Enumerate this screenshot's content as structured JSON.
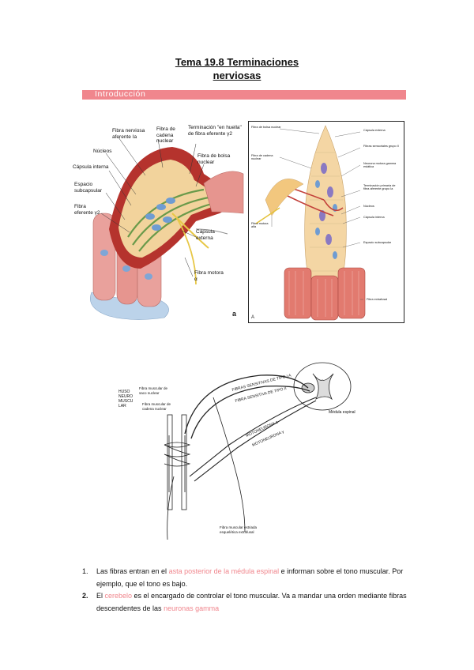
{
  "title": {
    "line1": "Tema 19.8 Terminaciones",
    "line2": "nerviosas"
  },
  "section": {
    "label": "Introducción"
  },
  "figure_a": {
    "letter": "a",
    "labels": [
      "Fibra nerviosa aferente Ia",
      "Fibra de cadena nuclear",
      "Terminación \"en huella\" de fibra eferente γ2",
      "Núcleos",
      "Fibra de bolsa nuclear",
      "Cápsula interna",
      "Espacio subcapsular",
      "Fibra eferente γ2",
      "Cápsula externa",
      "Fibra motora α"
    ]
  },
  "figure_b": {
    "letter": "A",
    "labels": [
      "Fibra de bolsa nuclear",
      "Fibra de cadena nuclear",
      "Cápsula externa",
      "Fibras sensoriales grupo II",
      "Neurona motora gamma estática",
      "Terminación primaria de fibra aferente grupo Ia",
      "Núcleos",
      "Cápsula interna",
      "Espacio subcapsular",
      "Fibra motora alfa",
      "Fibra extrafusal"
    ]
  },
  "figure_c": {
    "labels": {
      "fibras_sens_1": "FIBRAS SENSITIVAS DE TIPO I A",
      "fibra_sens_2": "FIBRA SENSITIVA DE TIPO II",
      "medula": "Médula espinal",
      "huso": "HUSO NEURO MUSCU LAR",
      "bolsa": "Fibra muscular de saco nuclear",
      "cadena": "Fibra muscular de cadena nuclear",
      "moto_a": "MOTONEURONA α",
      "moto_g": "MOTONEURONA γ",
      "extrafusal": "Fibra muscular estriada esquelética extrafusal"
    }
  },
  "list": {
    "item1": {
      "num": "1.",
      "pre": "Las fibras entran en el ",
      "hl": "asta posterior de la médula espinal",
      "post": " e informan sobre el tono muscular. Por ejemplo, que el tono es bajo."
    },
    "item2": {
      "num": "2.",
      "pre": "El ",
      "hl1": "cerebelo",
      "mid": " es el encargado de controlar el tono muscular. Va a mandar una orden mediante fibras descendentes de las ",
      "hl2": "neuronas gamma"
    }
  },
  "colors": {
    "accent": "#f0868d",
    "muscle": "#d9746f",
    "capsule": "#f2d39c"
  }
}
